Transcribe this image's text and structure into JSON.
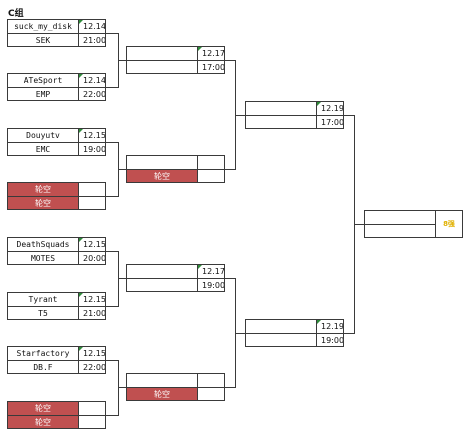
{
  "group_title": "C组",
  "bye_label": "轮空",
  "final_label": "8强",
  "round1": [
    {
      "team_a": "suck_my_disk",
      "date": "12.14",
      "team_b": "SEK",
      "time": "21:00"
    },
    {
      "team_a": "ATeSport",
      "date": "12.14",
      "team_b": "EMP",
      "time": "22:00"
    },
    {
      "team_a": "Douyutv",
      "date": "12.15",
      "team_b": "EMC",
      "time": "19:00"
    },
    {
      "team_a": "轮空",
      "date": "",
      "team_b": "轮空",
      "time": ""
    },
    {
      "team_a": "DeathSquads",
      "date": "12.15",
      "team_b": "MOTES",
      "time": "20:00"
    },
    {
      "team_a": "Tyrant",
      "date": "12.15",
      "team_b": "T5",
      "time": "21:00"
    },
    {
      "team_a": "Starfactory",
      "date": "12.15",
      "team_b": "DB.F",
      "time": "22:00"
    },
    {
      "team_a": "轮空",
      "date": "",
      "team_b": "轮空",
      "time": ""
    }
  ],
  "round2": [
    {
      "date": "12.17",
      "time": "17:00"
    },
    {
      "bottom_label": "轮空"
    },
    {
      "date": "12.17",
      "time": "19:00"
    },
    {
      "bottom_label": "轮空"
    }
  ],
  "round3": [
    {
      "date": "12.19",
      "time": "17:00"
    },
    {
      "date": "12.19",
      "time": "19:00"
    }
  ],
  "colors": {
    "bye_fill": "#c05050",
    "marker": "#2e8b3a",
    "final_text": "#e0b000",
    "border": "#3a3a3a"
  }
}
